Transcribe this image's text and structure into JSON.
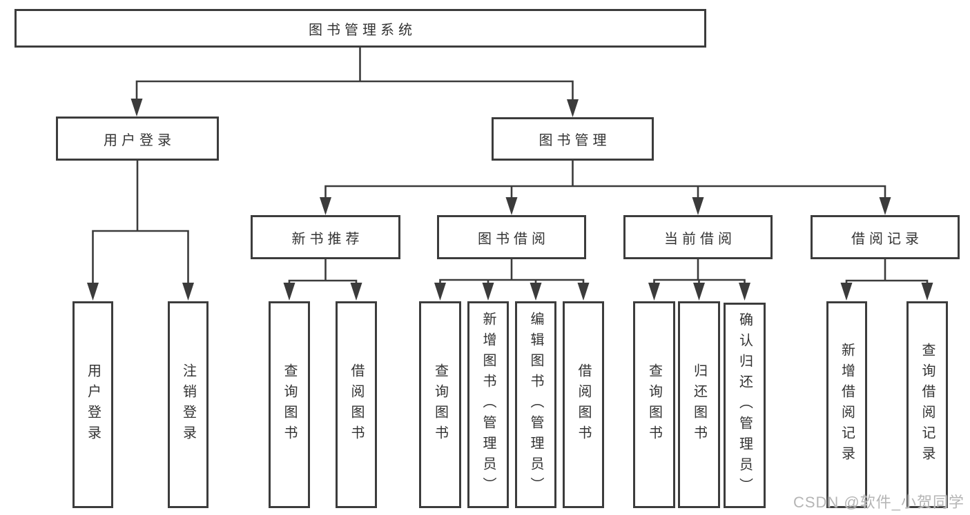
{
  "colors": {
    "line": "#3b3b3b",
    "box_border": "#3c3c3c",
    "box_background": "#ffffff",
    "text": "#333333",
    "watermark_text": "#b5b5b5"
  },
  "tree": {
    "label": "图书管理系统",
    "children": [
      {
        "label": "用户登录",
        "children": [
          {
            "label": "用户登录"
          },
          {
            "label": "注销登录"
          }
        ]
      },
      {
        "label": "图书管理",
        "children": [
          {
            "label": "新书推荐",
            "children": [
              {
                "label": "查询图书"
              },
              {
                "label": "借阅图书"
              }
            ]
          },
          {
            "label": "图书借阅",
            "children": [
              {
                "label": "查询图书"
              },
              {
                "label": "新增图书（管理员）"
              },
              {
                "label": "编辑图书（管理员）"
              },
              {
                "label": "借阅图书"
              }
            ]
          },
          {
            "label": "当前借阅",
            "children": [
              {
                "label": "查询图书"
              },
              {
                "label": "归还图书"
              },
              {
                "label": "确认归还（管理员）"
              }
            ]
          },
          {
            "label": "借阅记录",
            "children": [
              {
                "label": "新增借阅记录"
              },
              {
                "label": "查询借阅记录"
              }
            ]
          }
        ]
      }
    ]
  },
  "watermark": {
    "text": "CSDN @软件_小贺同学"
  }
}
